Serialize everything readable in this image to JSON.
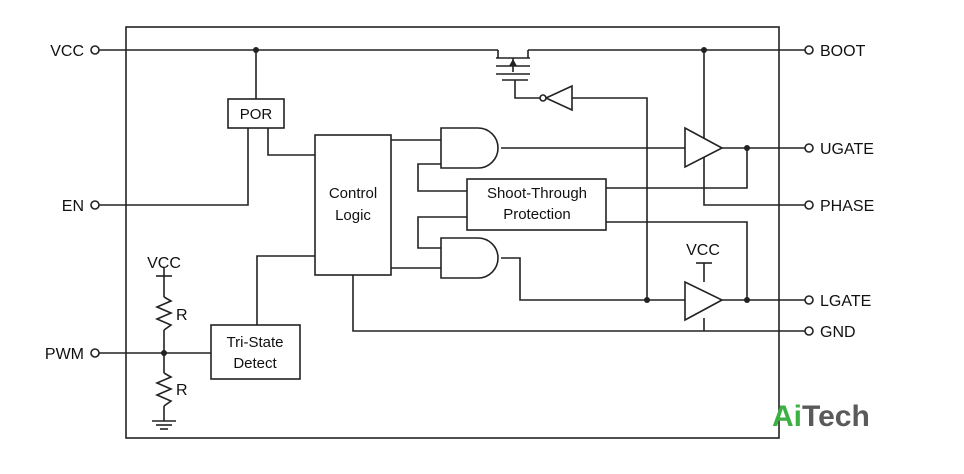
{
  "pins": {
    "left": [
      "VCC",
      "EN",
      "PWM"
    ],
    "right": [
      "BOOT",
      "UGATE",
      "PHASE",
      "LGATE",
      "GND"
    ]
  },
  "blocks": {
    "por": "POR",
    "control_logic": [
      "Control",
      "Logic"
    ],
    "shoot_through": [
      "Shoot-Through",
      "Protection"
    ],
    "tri_state": [
      "Tri-State",
      "Detect"
    ]
  },
  "supply_labels": {
    "resistor_supply": "VCC",
    "lower_driver_supply": "VCC"
  },
  "resistors": [
    "R",
    "R"
  ],
  "logo": {
    "prefix": "Ai",
    "suffix": "Tech",
    "prefix_color": "#3cb043",
    "suffix_color": "#5a5a5a"
  }
}
